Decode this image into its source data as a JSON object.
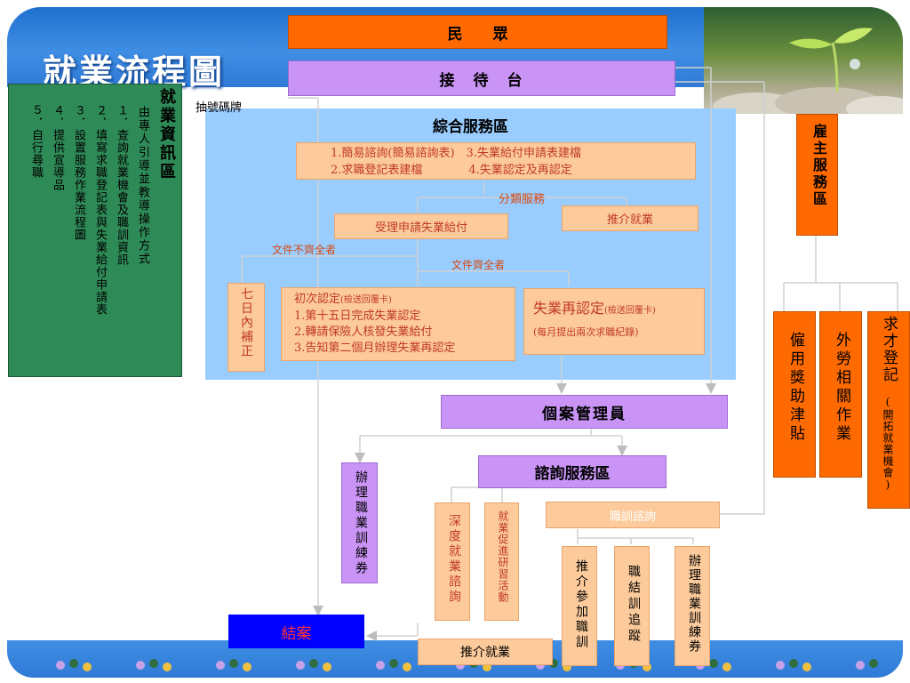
{
  "title": "就業流程圖",
  "minzhong": "民　　眾",
  "jiedai": "接　待　台",
  "ticket_label": "抽號碼牌",
  "info_area": {
    "heading": "就業資訊區",
    "intro": "由專人引導並教導操作方式",
    "items": [
      "１．查詢就業機會及職訓資訊",
      "２．填寫求職登記表與失業給付申請表",
      "３．設置服務作業流程圖",
      "４．提供宣導品",
      "５．自行尋職"
    ]
  },
  "service_area": {
    "heading": "綜合服務區",
    "list_line1": "1.簡易諮詢(簡易諮詢表)　3.失業給付申請表建檔",
    "list_line2": "2.求職登記表建檔　　　　4.失業認定及再認定",
    "classify": "分類服務",
    "accept_benefit": "受理申請失業給付",
    "recommend_job": "推介就業",
    "docs_incomplete": "文件不齊全者",
    "docs_complete": "文件齊全者",
    "seven_days": "七日內補正",
    "first_cert": {
      "title": "初次認定",
      "note": "(檢送回覆卡)",
      "lines": [
        "1.第十五日完成失業認定",
        "2.轉請保險人核發失業給付",
        "3.告知第二個月辦理失業再認定"
      ]
    },
    "re_cert": {
      "title": "失業再認定",
      "note": "(檢送回覆卡)",
      "sub": "(每月提出兩次求職紀錄)"
    }
  },
  "employer": {
    "heading": "雇主服務區",
    "items": [
      "僱用獎助津貼",
      "外勞相關作業"
    ],
    "talent_main": "求才登記",
    "talent_note": "(開拓就業機會)"
  },
  "case_manager": "個案管理員",
  "training_voucher_left": "辦理職業訓練券",
  "consult_area": "諮詢服務區",
  "deep_consult": "深度就業諮詢",
  "promotion_workshop": "就業促進研習活動",
  "vocational_consult": "職訓諮詢",
  "sub_training": [
    "推介參加職訓",
    "職結訓追蹤",
    "辦理職業訓練券"
  ],
  "close_case": "結案",
  "recommend_job_bottom": "推介就業",
  "colors": {
    "orange": "#ff6a00",
    "purple": "#c994f5",
    "peach": "#fdcb9b",
    "green": "#2e8b57",
    "light_blue": "#99ccff",
    "close_blue": "#0000ff"
  }
}
